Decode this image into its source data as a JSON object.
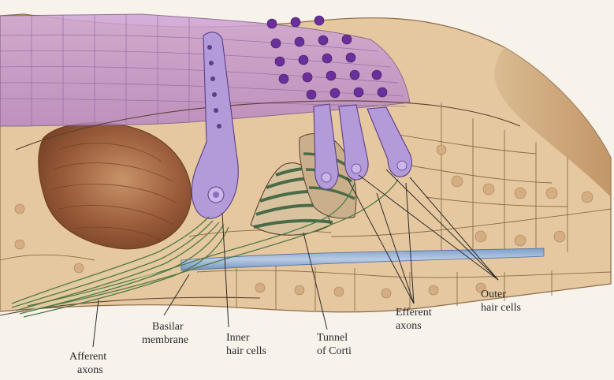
{
  "labels": {
    "afferent_axons": [
      "Afferent",
      "axons"
    ],
    "basilar_membrane": [
      "Basilar",
      "membrane"
    ],
    "inner_hair_cells": [
      "Inner",
      "hair cells"
    ],
    "tunnel_of_corti": [
      "Tunnel",
      "of Corti"
    ],
    "efferent_axons": [
      "Efferent",
      "axons"
    ],
    "outer_hair_cells": [
      "Outer",
      "hair cells"
    ]
  }
}
